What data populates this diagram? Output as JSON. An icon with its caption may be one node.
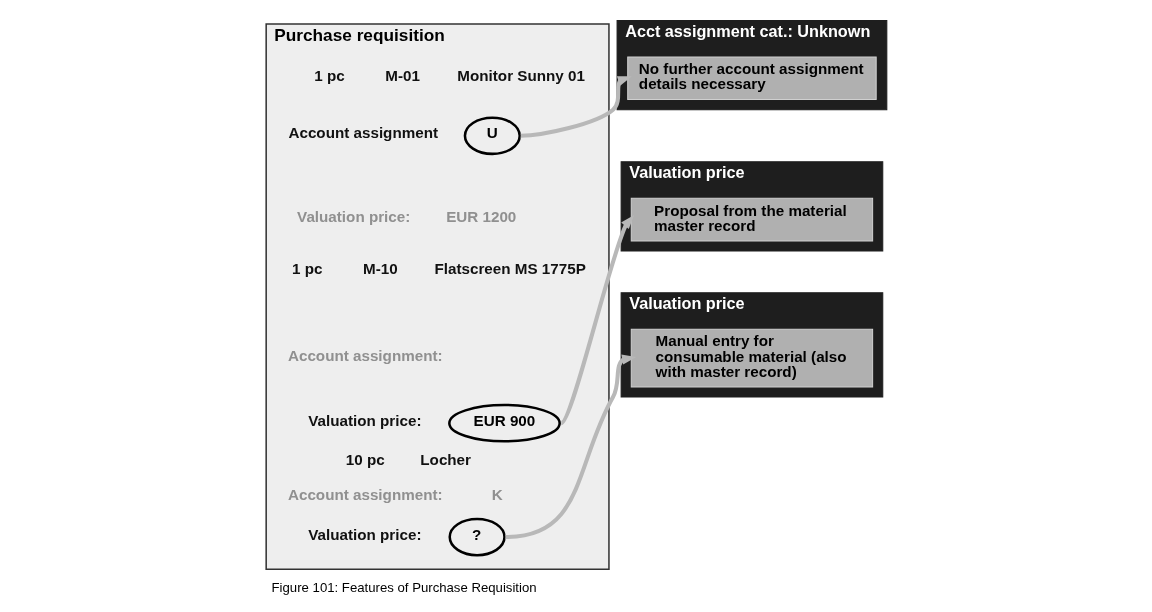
{
  "diagram": {
    "caption": "Figure 101: Features of Purchase Requisition",
    "nodes": [
      {
        "text": [
          "Purchase requisition"
        ]
      },
      {
        "text": [
          "U"
        ],
        "in": 0
      },
      {
        "text": [
          "EUR 900"
        ],
        "in": 0
      },
      {
        "text": [
          "?"
        ],
        "in": 0
      },
      {
        "text": [
          "Acct assignment cat.: Unknown"
        ]
      },
      {
        "text": [
          "No further account assignment details necessary"
        ],
        "in": 4
      },
      {
        "text": [
          "Valuation price"
        ]
      },
      {
        "text": [
          "Proposal from the material master record"
        ],
        "in": 6
      },
      {
        "text": [
          "Valuation price"
        ]
      },
      {
        "text": [
          "Manual entry for consumable material (also with master record)"
        ],
        "in": 8
      }
    ],
    "edges": [
      {
        "from": 1,
        "to": 5,
        "arrow": "to"
      },
      {
        "from": 2,
        "to": 7,
        "arrow": "to"
      },
      {
        "from": 3,
        "to": 9,
        "arrow": "to"
      }
    ],
    "labels": [
      "1 pc",
      "M-01",
      "Monitor Sunny 01",
      "Account assignment",
      "Valuation price:",
      "EUR 1200",
      "1 pc",
      "M-10",
      "Flatscreen MS 1775P",
      "Account assignment:",
      "Valuation price:",
      "10 pc",
      "Locher",
      "Account assignment:",
      "K",
      "Valuation price:"
    ]
  }
}
